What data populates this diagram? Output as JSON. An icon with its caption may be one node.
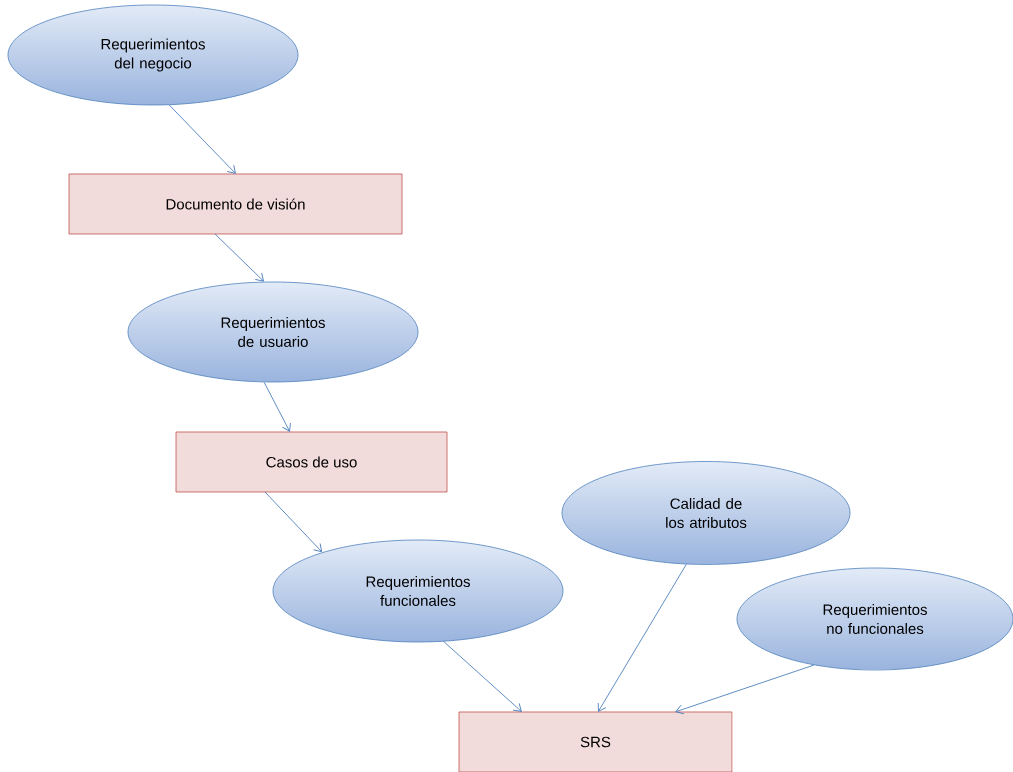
{
  "diagram": {
    "nodes": [
      {
        "text": [
          "Requerimientos del negocio"
        ]
      },
      {
        "text": [
          "Documento de visión"
        ]
      },
      {
        "text": [
          "Requerimientos de usuario"
        ]
      },
      {
        "text": [
          "Casos de uso"
        ]
      },
      {
        "text": [
          "Requerimientos funcionales"
        ]
      },
      {
        "text": [
          "Calidad de los atributos"
        ]
      },
      {
        "text": [
          "Requerimientos no funcionales"
        ]
      },
      {
        "text": [
          "SRS"
        ]
      }
    ],
    "edges": [
      {
        "from": 0,
        "to": 1,
        "arrow": "to"
      },
      {
        "from": 1,
        "to": 2,
        "arrow": "to"
      },
      {
        "from": 2,
        "to": 3,
        "arrow": "to"
      },
      {
        "from": 3,
        "to": 4,
        "arrow": "to"
      },
      {
        "from": 4,
        "to": 7,
        "arrow": "to"
      },
      {
        "from": 5,
        "to": 7,
        "arrow": "to"
      },
      {
        "from": 6,
        "to": 7,
        "arrow": "to"
      }
    ]
  }
}
